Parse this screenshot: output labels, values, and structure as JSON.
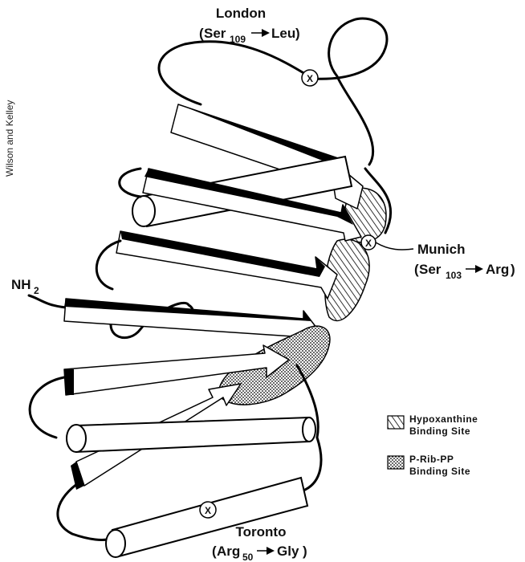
{
  "side_label": "Wilson and Kelley",
  "mutations": {
    "london": {
      "name": "London",
      "from": "Ser",
      "position": "109",
      "to": "Leu"
    },
    "munich": {
      "name": "Munich",
      "from": "Ser",
      "position": "103",
      "to": "Arg"
    },
    "toronto": {
      "name": "Toronto",
      "from": "Arg",
      "position": "50",
      "to": "Gly"
    }
  },
  "terminus": {
    "base": "NH",
    "subscript": "2"
  },
  "legend": {
    "hypoxanthine_line1": "Hypoxanthine",
    "hypoxanthine_line2": "Binding Site",
    "prpp_line1": "P-Rib-PP",
    "prpp_line2": "Binding Site"
  },
  "mutation_symbol": "X"
}
